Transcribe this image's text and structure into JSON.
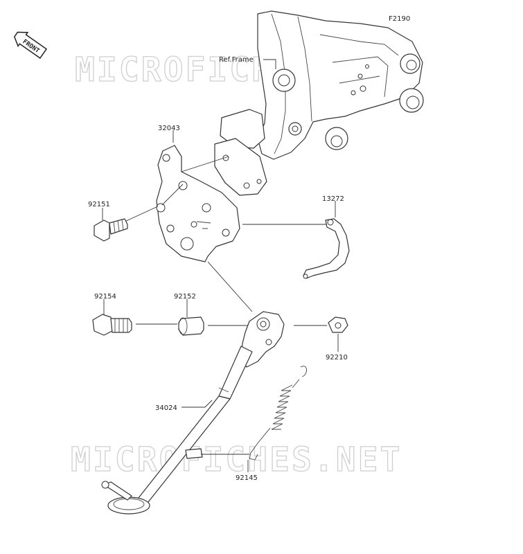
{
  "figure_code": "F2190",
  "front_badge": "FRONT",
  "reference_label": "Ref.Frame",
  "watermark": "MICROFICHES.NET",
  "parts": [
    {
      "number": "32043"
    },
    {
      "number": "92151"
    },
    {
      "number": "13272"
    },
    {
      "number": "92154"
    },
    {
      "number": "92152"
    },
    {
      "number": "92210"
    },
    {
      "number": "34024"
    },
    {
      "number": "92145"
    }
  ]
}
